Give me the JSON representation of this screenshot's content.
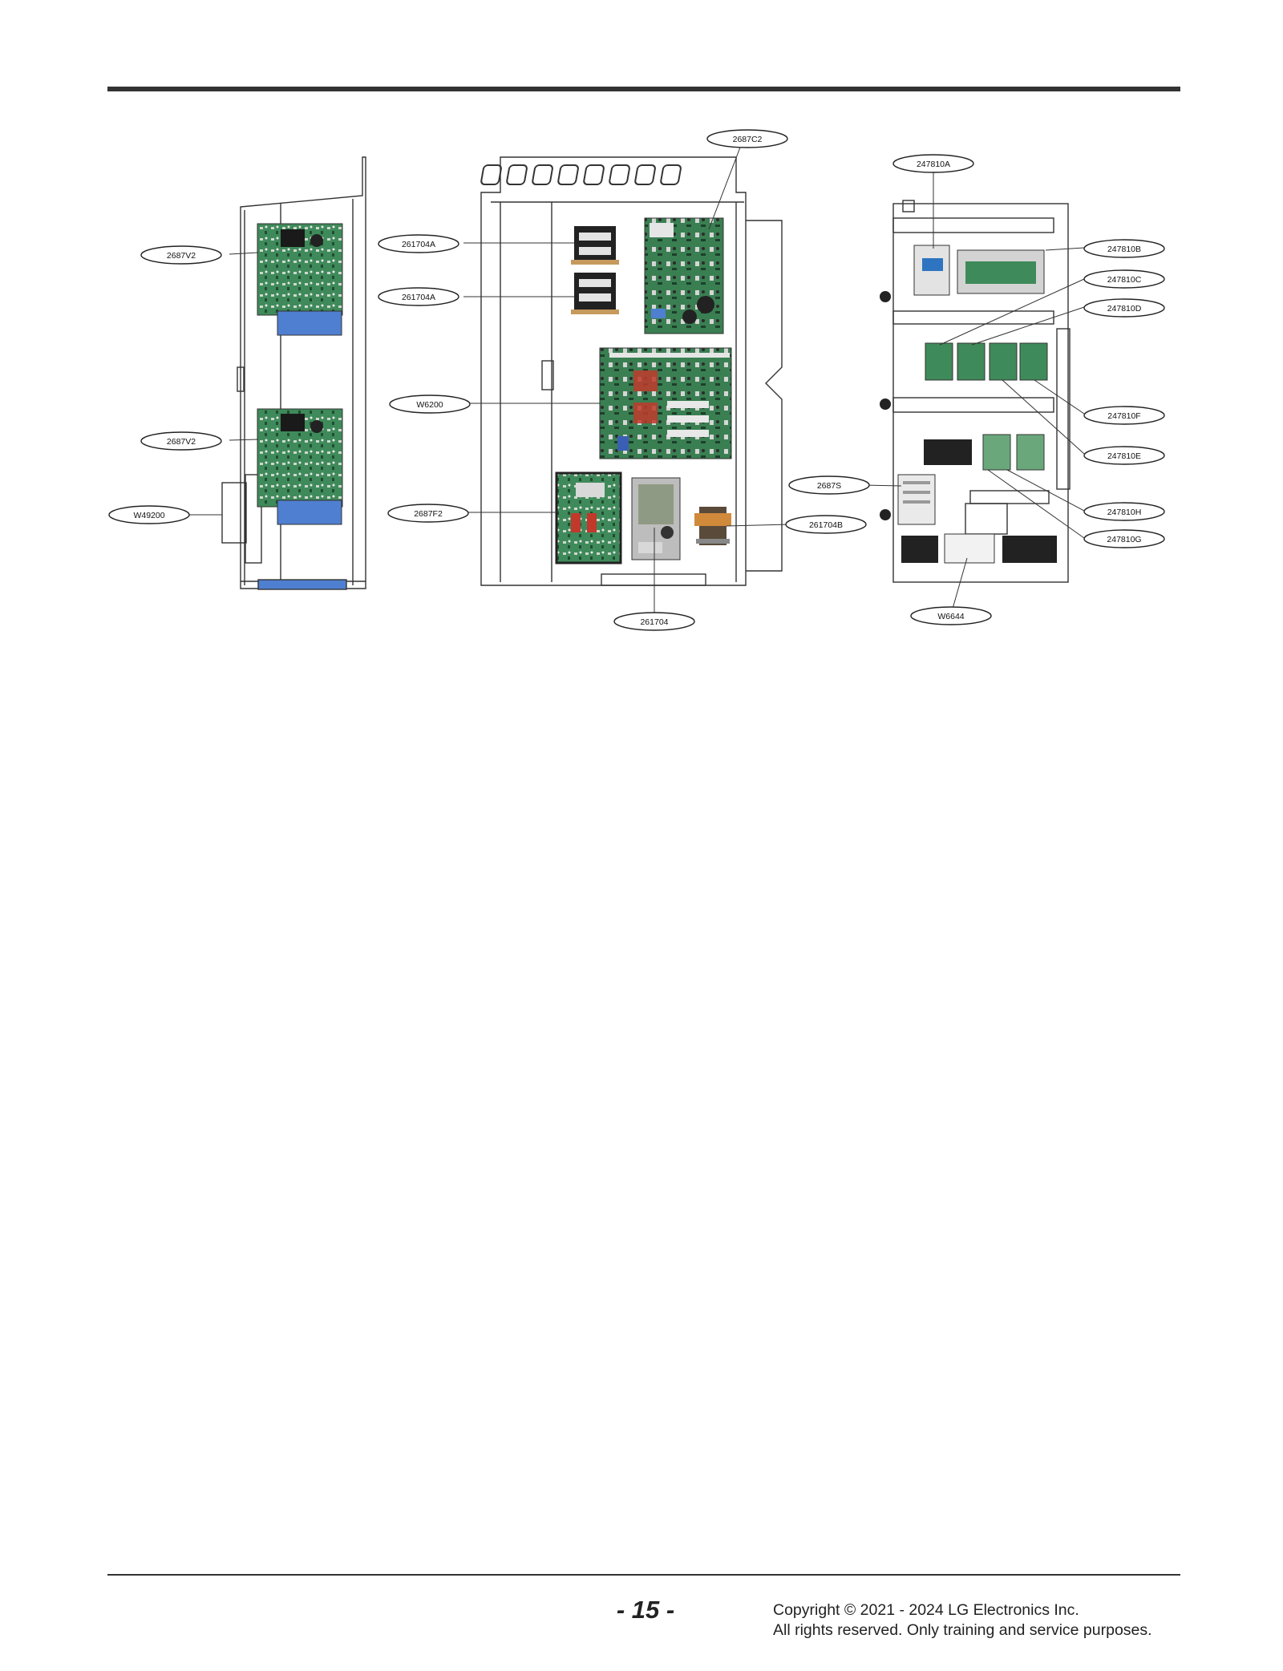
{
  "callouts": {
    "c_2687C2": "2687C2",
    "c_247810A": "247810A",
    "c_2687V2_top": "2687V2",
    "c_261704A_top": "261704A",
    "c_261704A_bottom": "261704A",
    "c_247810B": "247810B",
    "c_247810C": "247810C",
    "c_247810D": "247810D",
    "c_W6200": "W6200",
    "c_2687V2_bottom": "2687V2",
    "c_247810F": "247810F",
    "c_247810E": "247810E",
    "c_2687S": "2687S",
    "c_W49200": "W49200",
    "c_2687F2": "2687F2",
    "c_261704B": "261704B",
    "c_247810H": "247810H",
    "c_247810G": "247810G",
    "c_W6644": "W6644",
    "c_261704": "261704"
  },
  "footer": {
    "page_number": "- 15 -",
    "copyright_line1": "Copyright © 2021 - 2024 LG Electronics Inc.",
    "copyright_line2": "All rights reserved. Only training and service purposes."
  },
  "colors": {
    "pcb_green": "#3f8a5a",
    "pcb_blue": "#4f7fd0",
    "frame_stroke": "#333333",
    "relay_red": "#c0392b"
  }
}
